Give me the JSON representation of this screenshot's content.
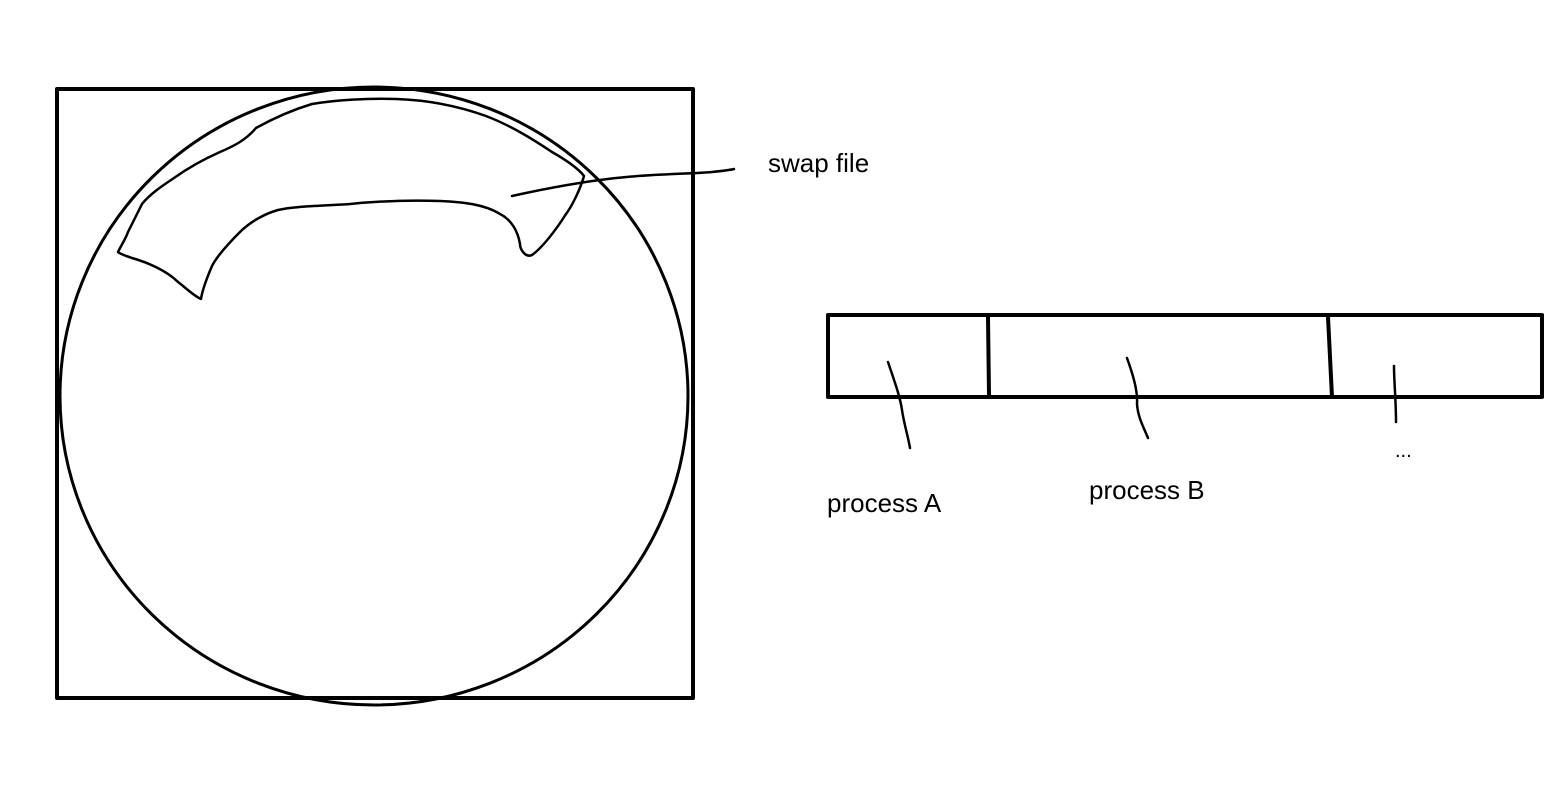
{
  "labels": {
    "swap_file": "swap file",
    "process_a": "process A",
    "process_b": "process B",
    "more": "..."
  }
}
